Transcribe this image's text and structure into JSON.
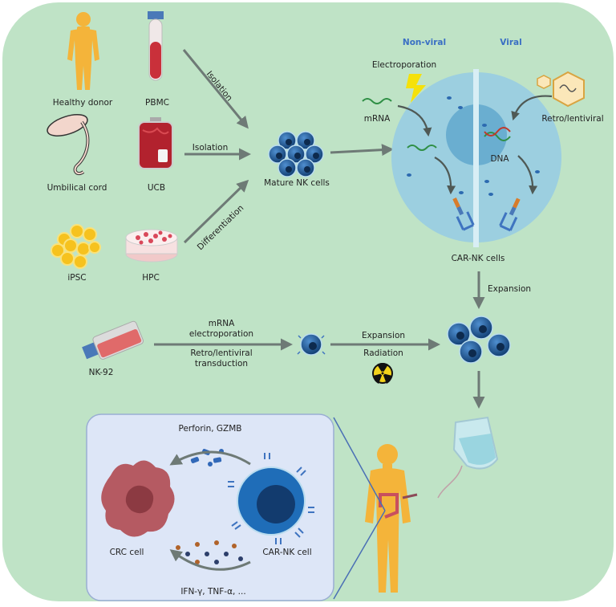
{
  "colors": {
    "background": "#bfe3c6",
    "nk_cell": "#1f5fa3",
    "nk_nucleus": "#12355f",
    "car_cell_outer": "#9ccfe0",
    "car_cell_inner": "#6aaed0",
    "label_blue": "#3a6fc4",
    "arrow": "#6e7a76",
    "inset_bg": "#dde6f7",
    "skin": "#f4b43a",
    "crc": "#b55a62"
  },
  "sources": {
    "healthy_donor": "Healthy donor",
    "pbmc": "PBMC",
    "umbilical_cord": "Umbilical cord",
    "ucb": "UCB",
    "ipsc": "iPSC",
    "hpc": "HPC"
  },
  "arrows": {
    "isolation_1": "Isolation",
    "isolation_2": "Isolation",
    "differentiation": "Differentiation"
  },
  "mature_nk": "Mature NK cells",
  "transduction": {
    "non_viral": "Non-viral",
    "viral": "Viral",
    "electroporation": "Electroporation",
    "mrna": "mRNA",
    "dna": "DNA",
    "retro_lentiviral": "Retro/lentiviral",
    "car_nk_cells": "CAR-NK cells",
    "expansion": "Expansion"
  },
  "nk92": {
    "label": "NK-92",
    "mrna_line1": "mRNA",
    "mrna_line2": "electroporation",
    "retro_line1": "Retro/lentiviral",
    "retro_line2": "transduction",
    "expansion": "Expansion",
    "radiation": "Radiation"
  },
  "inset": {
    "perforin": "Perforin, GZMB",
    "crc_cell": "CRC cell",
    "car_nk_cell": "CAR-NK cell",
    "cytokines": "IFN-γ, TNF-α, ..."
  }
}
